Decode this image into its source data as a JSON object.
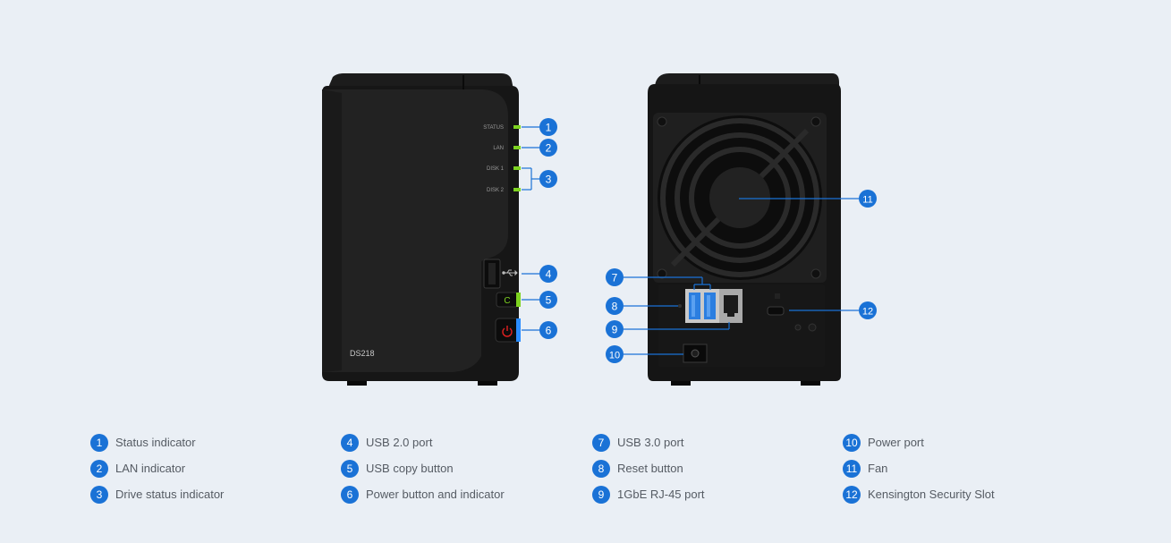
{
  "front": {
    "leds": [
      "STATUS",
      "LAN",
      "DISK 1",
      "DISK 2"
    ],
    "model": "DS218",
    "copy_button": "C"
  },
  "callouts": [
    "1",
    "2",
    "3",
    "4",
    "5",
    "6",
    "7",
    "8",
    "9",
    "10",
    "11",
    "12"
  ],
  "legend": [
    {
      "num": "1",
      "text": "Status indicator"
    },
    {
      "num": "2",
      "text": "LAN indicator"
    },
    {
      "num": "3",
      "text": "Drive status indicator"
    },
    {
      "num": "4",
      "text": "USB 2.0 port"
    },
    {
      "num": "5",
      "text": "USB copy button"
    },
    {
      "num": "6",
      "text": "Power button and indicator"
    },
    {
      "num": "7",
      "text": "USB 3.0 port"
    },
    {
      "num": "8",
      "text": "Reset button"
    },
    {
      "num": "9",
      "text": "1GbE RJ-45 port"
    },
    {
      "num": "10",
      "text": "Power port"
    },
    {
      "num": "11",
      "text": "Fan"
    },
    {
      "num": "12",
      "text": "Kensington Security Slot"
    }
  ],
  "colors": {
    "background": "#eaeff5",
    "callout": "#1a72d6",
    "led": "#7ed321",
    "body": "#141414",
    "power_led": "#2a8cff"
  }
}
